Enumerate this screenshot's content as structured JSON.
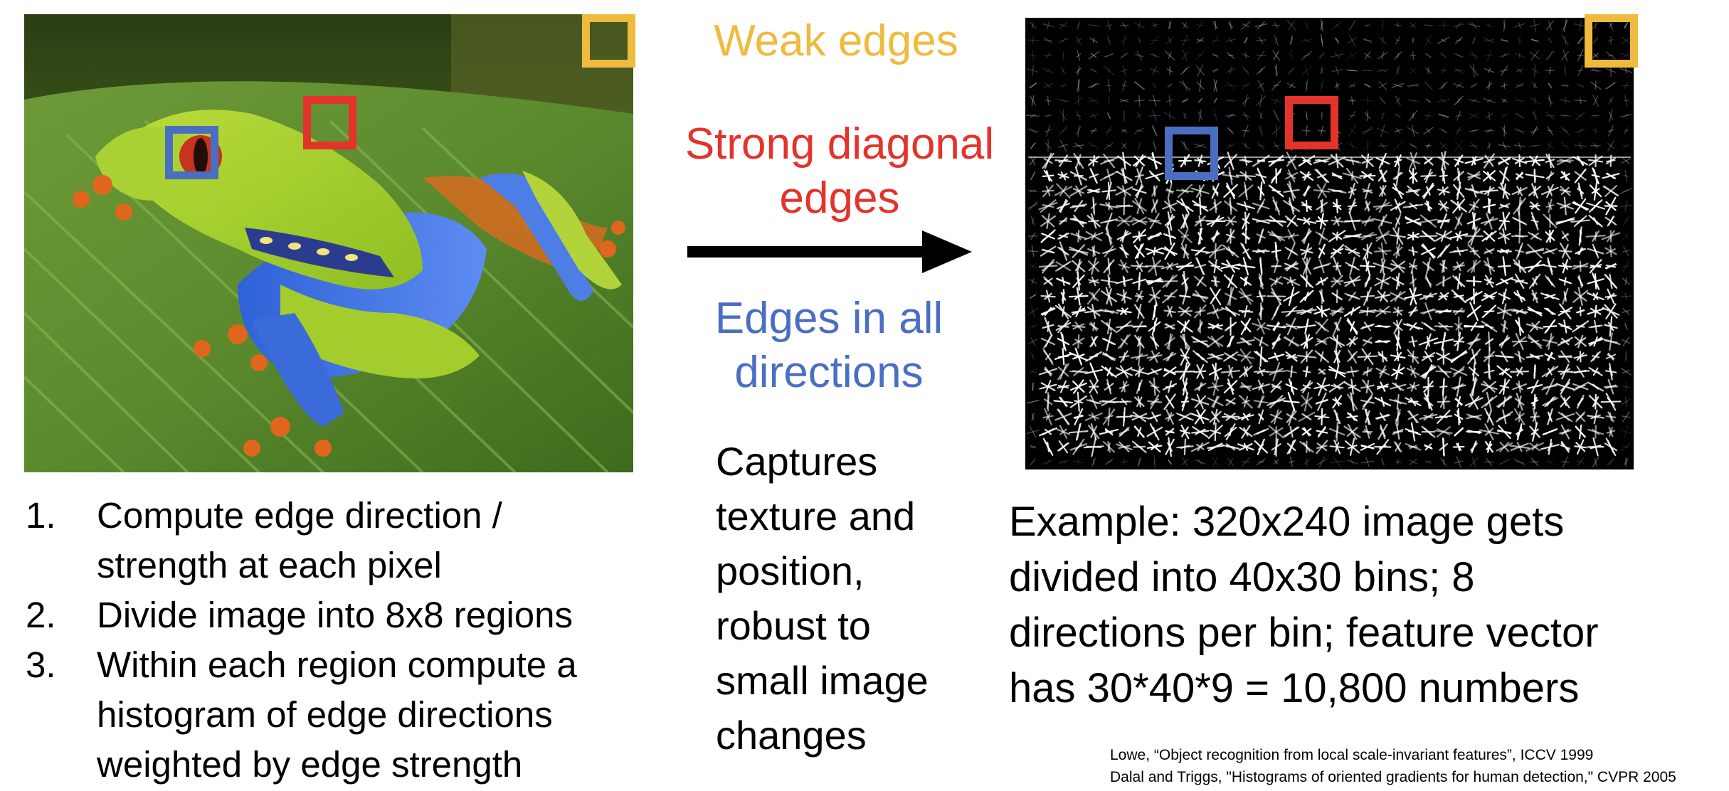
{
  "colors": {
    "weak": "#efbb3e",
    "strong": "#e3332b",
    "all": "#4a6fc2",
    "text": "#000000"
  },
  "center": {
    "weak_edges": "Weak edges",
    "strong_line1": "Strong diagonal",
    "strong_line2": "edges",
    "all_line1": "Edges in all",
    "all_line2": "directions",
    "captures": [
      "Captures",
      "texture and",
      "position,",
      "robust to",
      "small image",
      "changes"
    ]
  },
  "steps": [
    {
      "num": "1.",
      "lines": [
        "Compute edge direction /",
        "strength at each pixel"
      ]
    },
    {
      "num": "2.",
      "lines": [
        "Divide image into 8x8 regions"
      ]
    },
    {
      "num": "3.",
      "lines": [
        "Within each region compute a",
        "histogram of edge directions",
        "weighted by edge strength"
      ]
    }
  ],
  "example": {
    "lines": [
      "Example: 320x240 image gets",
      "divided into 40x30 bins; 8",
      "directions per bin; feature vector",
      "has 30*40*9 = 10,800 numbers"
    ]
  },
  "references": [
    "Lowe, “Object recognition from local scale-invariant features”, ICCV 1999",
    "Dalal and Triggs, \"Histograms of oriented gradients for human detection,\" CVPR 2005"
  ]
}
